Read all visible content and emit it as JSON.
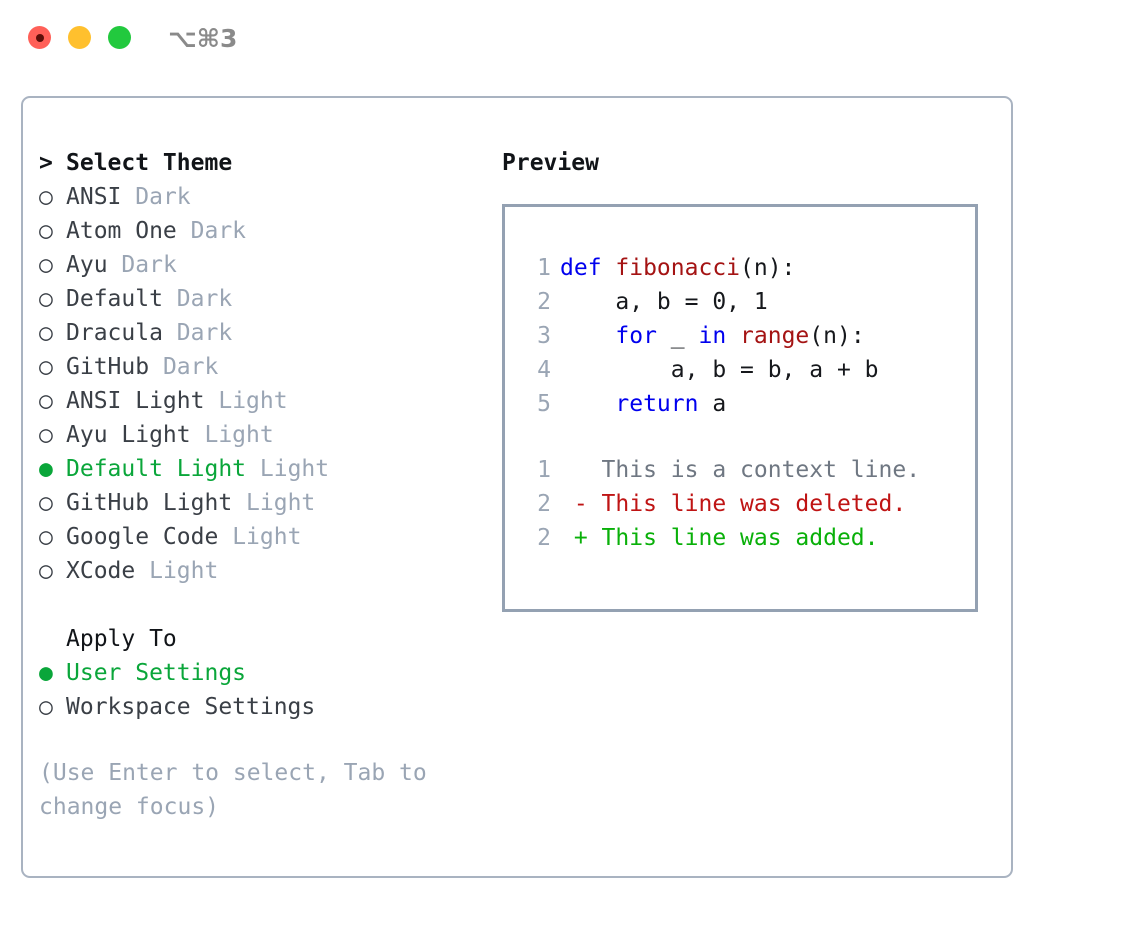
{
  "window": {
    "shortcut": "⌥⌘3",
    "traffic_lights": [
      {
        "name": "close",
        "color": "#ff6058"
      },
      {
        "name": "minimize",
        "color": "#ffc02e"
      },
      {
        "name": "maximize",
        "color": "#22c93e"
      }
    ]
  },
  "colors": {
    "selected_green": "#0aa63a",
    "muted_tag": "#9aa5b4",
    "panel_border": "#a9b3c1",
    "preview_border": "#94a1b2",
    "keyword_blue": "#0000ee",
    "function_red": "#a41313",
    "diff_added": "#09b009",
    "diff_deleted": "#bf1414",
    "diff_context": "#6f7782"
  },
  "theme_list": {
    "prompt_marker": ">",
    "title": "Select Theme",
    "bullet_unselected": "○",
    "bullet_selected": "●",
    "items": [
      {
        "name": "ANSI",
        "tag": "Dark",
        "selected": false
      },
      {
        "name": "Atom One",
        "tag": "Dark",
        "selected": false
      },
      {
        "name": "Ayu",
        "tag": "Dark",
        "selected": false
      },
      {
        "name": "Default",
        "tag": "Dark",
        "selected": false
      },
      {
        "name": "Dracula",
        "tag": "Dark",
        "selected": false
      },
      {
        "name": "GitHub",
        "tag": "Dark",
        "selected": false
      },
      {
        "name": "ANSI Light",
        "tag": "Light",
        "selected": false
      },
      {
        "name": "Ayu Light",
        "tag": "Light",
        "selected": false
      },
      {
        "name": "Default Light",
        "tag": "Light",
        "selected": true
      },
      {
        "name": "GitHub Light",
        "tag": "Light",
        "selected": false
      },
      {
        "name": "Google Code",
        "tag": "Light",
        "selected": false
      },
      {
        "name": "XCode",
        "tag": "Light",
        "selected": false
      }
    ]
  },
  "apply_to": {
    "title": "Apply To",
    "items": [
      {
        "name": "User Settings",
        "selected": true
      },
      {
        "name": "Workspace Settings",
        "selected": false
      }
    ]
  },
  "hint": "(Use Enter to select, Tab to change focus)",
  "preview": {
    "title": "Preview",
    "code_lines": [
      {
        "number": "1",
        "tokens": [
          {
            "text": "def ",
            "type": "keyword"
          },
          {
            "text": "fibonacci",
            "type": "function"
          },
          {
            "text": "(n):",
            "type": "plain"
          }
        ]
      },
      {
        "number": "2",
        "tokens": [
          {
            "text": "    a, b = 0, 1",
            "type": "plain"
          }
        ]
      },
      {
        "number": "3",
        "tokens": [
          {
            "text": "    ",
            "type": "plain"
          },
          {
            "text": "for",
            "type": "keyword"
          },
          {
            "text": " _ ",
            "type": "plain"
          },
          {
            "text": "in",
            "type": "keyword"
          },
          {
            "text": " ",
            "type": "plain"
          },
          {
            "text": "range",
            "type": "function"
          },
          {
            "text": "(n):",
            "type": "plain"
          }
        ]
      },
      {
        "number": "4",
        "tokens": [
          {
            "text": "        a, b = b, a + b",
            "type": "plain"
          }
        ]
      },
      {
        "number": "5",
        "tokens": [
          {
            "text": "    ",
            "type": "plain"
          },
          {
            "text": "return",
            "type": "keyword"
          },
          {
            "text": " a",
            "type": "plain"
          }
        ]
      }
    ],
    "diff_lines": [
      {
        "number": "1",
        "marker": " ",
        "text": " This is a context line.",
        "type": "context"
      },
      {
        "number": "2",
        "marker": "-",
        "text": " This line was deleted.",
        "type": "deleted"
      },
      {
        "number": "2",
        "marker": "+",
        "text": " This line was added.",
        "type": "added"
      }
    ]
  }
}
